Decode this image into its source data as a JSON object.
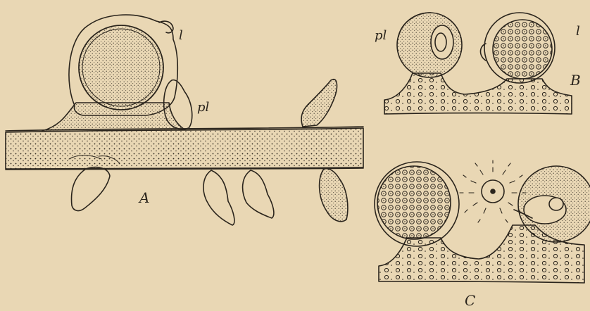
{
  "figure": {
    "background": "#e9d7b4",
    "ink": "#2a241c",
    "labels": {
      "panel_a": "A",
      "panel_b": "B",
      "panel_c": "C",
      "l_a": "l",
      "pl_a": "pl",
      "pl_b": "pl",
      "l_b": "l"
    }
  }
}
